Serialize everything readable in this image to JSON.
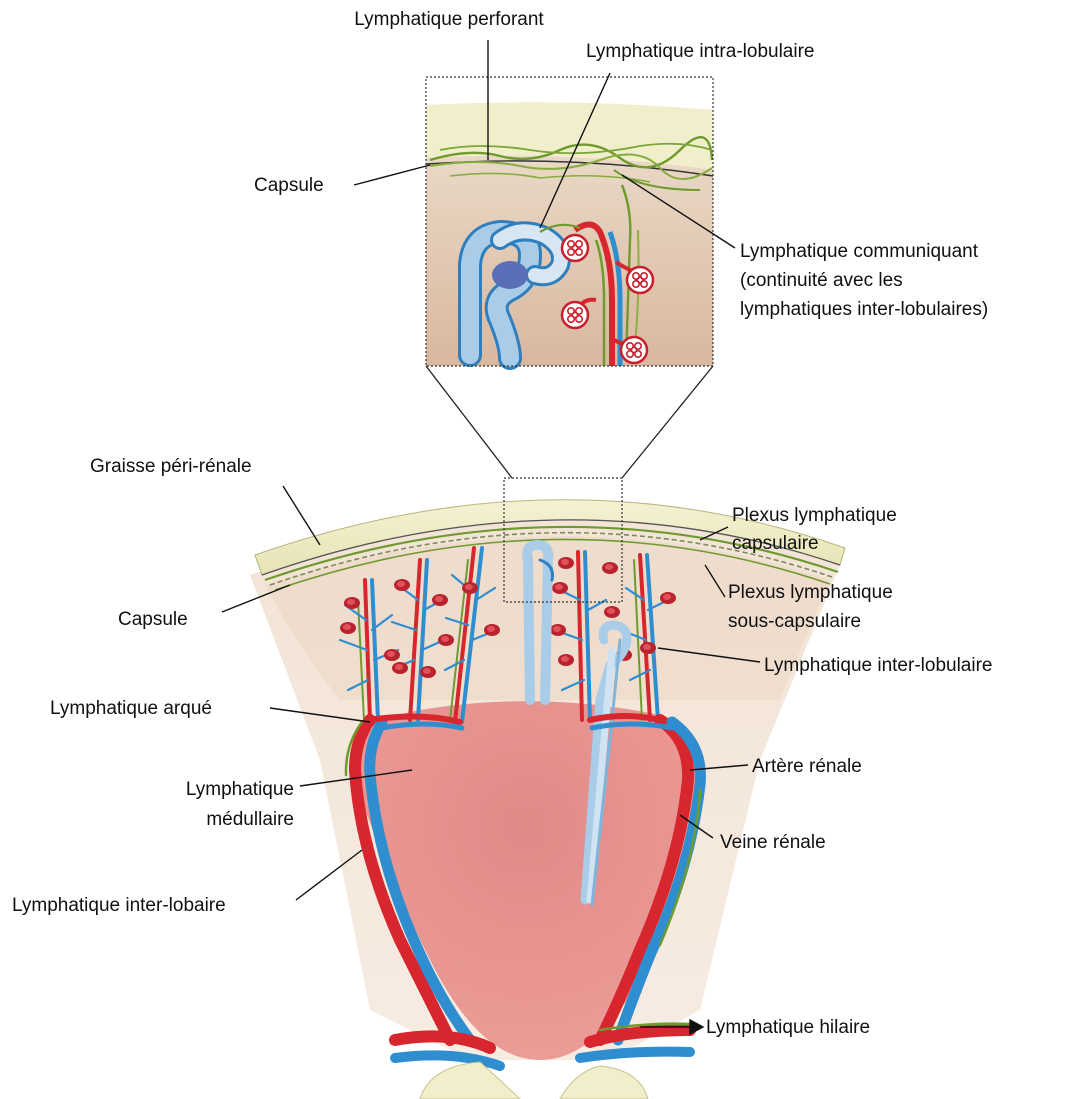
{
  "labels": {
    "perforating": "Lymphatique perforant",
    "intralobular": "Lymphatique intra-lobulaire",
    "capsule_top": "Capsule",
    "communicating": "Lymphatique communiquant\n(continuité avec les\nlymphatiques inter-lobulaires)",
    "perirenal_fat": "Graisse péri-rénale",
    "capsular_plexus": "Plexus lymphatique\ncapsulaire",
    "capsule_bottom": "Capsule",
    "subcapsular_plexus": "Plexus lymphatique\nsous-capsulaire",
    "interlobular": "Lymphatique inter-lobulaire",
    "arcuate": "Lymphatique arqué",
    "renal_artery": "Artère rénale",
    "medullary": "Lymphatique\nmédullaire",
    "renal_vein": "Veine rénale",
    "interlobar": "Lymphatique inter-lobaire",
    "hilar": "Lymphatique hilaire"
  },
  "colors": {
    "capsule_fat": "#f3f0c8",
    "cortex": "#f0dccb",
    "medulla": "#e58f8c",
    "artery": "#d8262e",
    "vein": "#2f8ed0",
    "lymphatic": "#6f9a2e",
    "tubule": "#a9cde8",
    "glomerulus": "#c8202c"
  }
}
